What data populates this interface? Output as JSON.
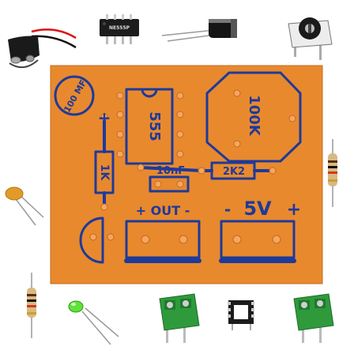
{
  "board": {
    "color": "#e8892e",
    "trace_color": "#1e3a9a",
    "labels": {
      "cap": "100 MF",
      "plus": "+",
      "ic": "555",
      "resistor_1k": "1K",
      "pot": "100K",
      "cap_10nf": "10nF",
      "resistor_2k2": "2K2",
      "out": "+ OUT -",
      "supply_minus": "-",
      "supply_5v": "5V",
      "supply_plus": "+"
    }
  },
  "components": [
    {
      "name": "9v-battery-snap",
      "icon": "battery-clip-icon"
    },
    {
      "name": "ne555-ic",
      "icon": "ic-chip-icon",
      "marking": "NE555P"
    },
    {
      "name": "electrolytic-capacitor",
      "icon": "capacitor-icon"
    },
    {
      "name": "trim-potentiometer",
      "icon": "potentiometer-icon"
    },
    {
      "name": "ceramic-capacitor",
      "icon": "ceramic-cap-icon"
    },
    {
      "name": "resistor-right",
      "icon": "resistor-icon"
    },
    {
      "name": "resistor-left",
      "icon": "resistor-icon"
    },
    {
      "name": "green-led",
      "icon": "led-icon"
    },
    {
      "name": "terminal-block-1",
      "icon": "terminal-block-icon"
    },
    {
      "name": "ic-socket",
      "icon": "socket-icon"
    },
    {
      "name": "terminal-block-2",
      "icon": "terminal-block-icon"
    }
  ]
}
